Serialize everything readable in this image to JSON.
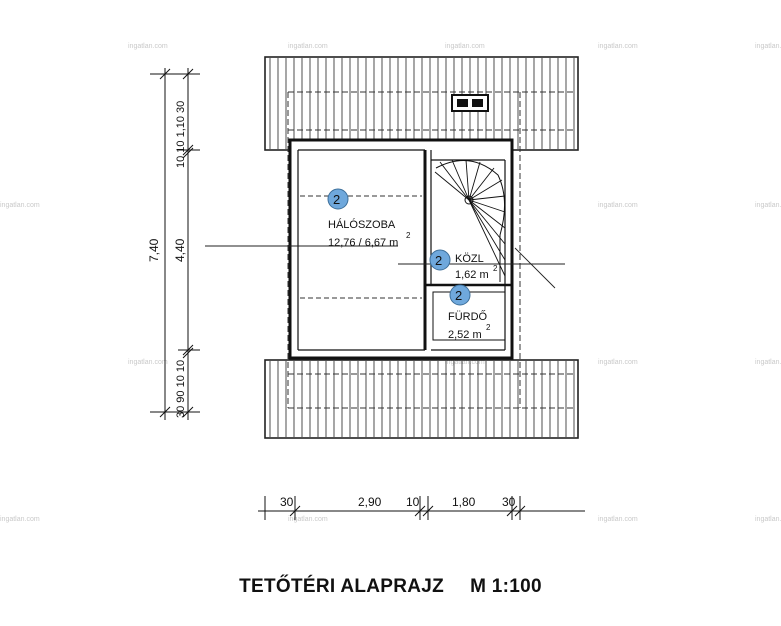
{
  "watermark": "ingatlan.com",
  "rooms": [
    {
      "badge": "2",
      "name": "HÁLÓSZOBA",
      "area": "12,76 / 6,67 m",
      "sup": "2"
    },
    {
      "badge": "2",
      "name": "KÖZL",
      "area": "1,62 m",
      "sup": "2"
    },
    {
      "badge": "2",
      "name": "FÜRDŐ",
      "area": "2,52 m",
      "sup": "2"
    }
  ],
  "dims_vertical": {
    "total": "7,40",
    "inner": "4,40",
    "top_stack": "10 10 1,10 30",
    "bottom_stack": "30 90 10 10"
  },
  "dims_horizontal": [
    "30",
    "2,90",
    "10",
    "1,80",
    "30"
  ],
  "title": {
    "name": "TETŐTÉRI ALAPRAJZ",
    "scale": "M 1:100"
  },
  "colors": {
    "ink": "#111111",
    "badge": "#6fa8dc",
    "watermark": "#c9c9c9"
  }
}
